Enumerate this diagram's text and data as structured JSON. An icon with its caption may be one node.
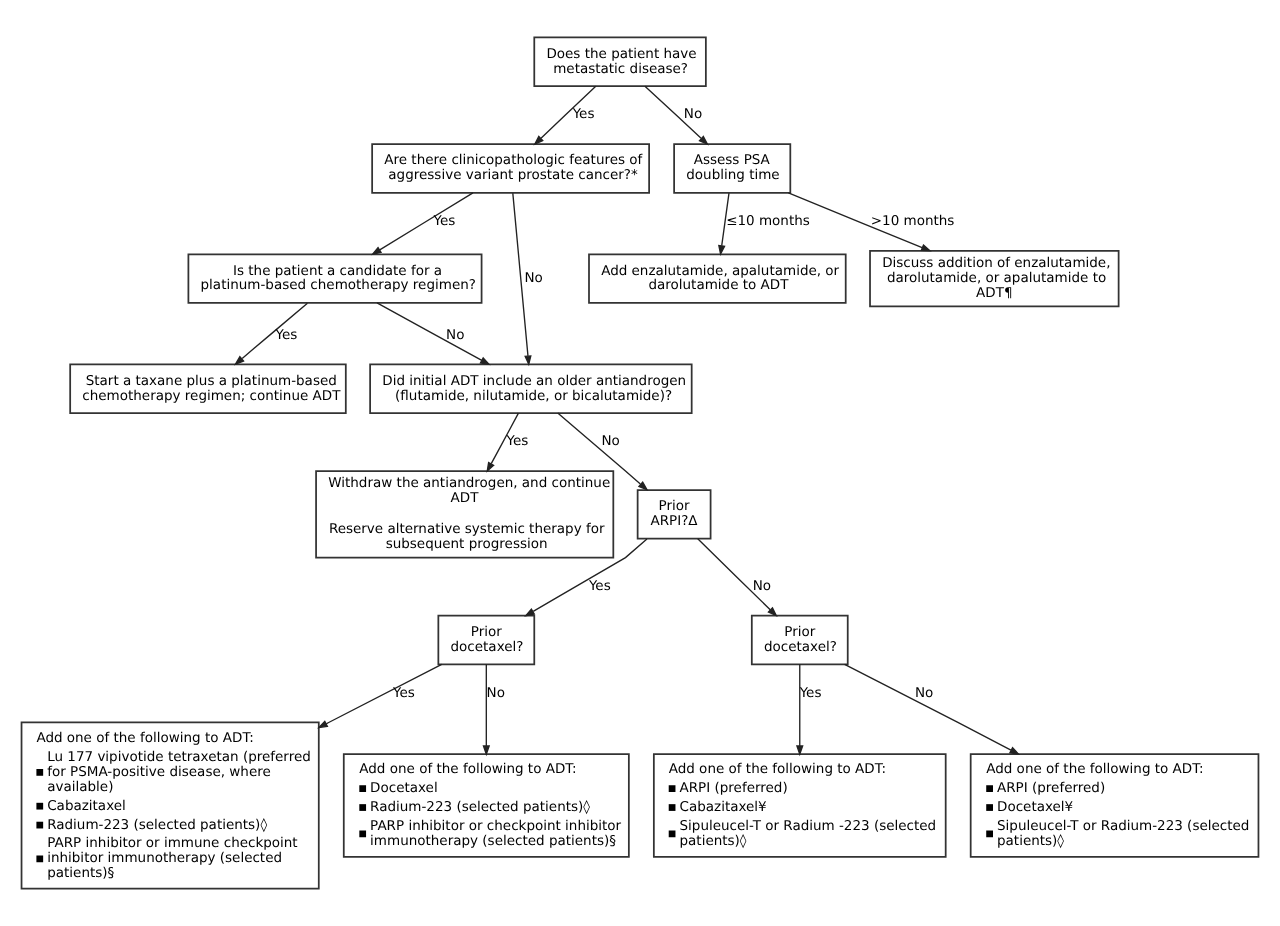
{
  "diagram": {
    "nodes": [
      {
        "text": [
          "Does the patient have metastatic disease?"
        ]
      },
      {
        "text": [
          "Are there clinicopathologic features of aggressive variant prostate cancer?*"
        ]
      },
      {
        "text": [
          "Assess PSA doubling time"
        ]
      },
      {
        "text": [
          "Add enzalutamide, apalutamide, or darolutamide to ADT"
        ]
      },
      {
        "text": [
          "Discuss addition of enzalutamide, darolutamide, or apalutamide to ADT¶"
        ]
      },
      {
        "text": [
          "Is the patient a candidate for a platinum-based chemotherapy regimen?"
        ]
      },
      {
        "text": [
          "Start a taxane plus a platinum-based chemotherapy regimen; continue ADT"
        ]
      },
      {
        "text": [
          "Did initial ADT include an older antiandrogen (flutamide, nilutamide, or bicalutamide)?"
        ]
      },
      {
        "text": [
          "Withdraw the antiandrogen, and continue ADT",
          "Reserve alternative systemic therapy for subsequent progression"
        ]
      },
      {
        "text": [
          "Prior ARPI?Δ"
        ]
      },
      {
        "text": [
          "Prior docetaxel?"
        ]
      },
      {
        "text": [
          "Prior docetaxel?"
        ]
      },
      {
        "text": [
          "Add one of the following to ADT:",
          "Lu 177 vipivotide tetraxetan (preferred for PSMA-positive disease, where available)",
          "Cabazitaxel",
          "Radium-223 (selected patients)◊",
          "PARP inhibitor or immune checkpoint inhibitor immunotherapy (selected patients)§"
        ]
      },
      {
        "text": [
          "Add one of the following to ADT:",
          "Docetaxel",
          "Radium-223 (selected patients)◊",
          "PARP inhibitor or checkpoint inhibitor immunotherapy (selected patients)§"
        ]
      },
      {
        "text": [
          "Add one of the following to ADT:",
          "ARPI (preferred)",
          "Cabazitaxel¥",
          "Sipuleucel-T or Radium -223 (selected patients)◊"
        ]
      },
      {
        "text": [
          "Add one of the following to ADT:",
          "ARPI (preferred)",
          "Docetaxel¥",
          "Sipuleucel-T or Radium-223 (selected patients)◊"
        ]
      }
    ],
    "edges": [
      {
        "from": 0,
        "to": 1,
        "arrow": "to",
        "label": "Yes"
      },
      {
        "from": 0,
        "to": 2,
        "arrow": "to",
        "label": "No"
      },
      {
        "from": 1,
        "to": 5,
        "arrow": "to",
        "label": "Yes"
      },
      {
        "from": 1,
        "to": 7,
        "arrow": "to",
        "label": "No"
      },
      {
        "from": 2,
        "to": 3,
        "arrow": "to",
        "label": "≤10 months"
      },
      {
        "from": 2,
        "to": 4,
        "arrow": "to",
        "label": ">10 months"
      },
      {
        "from": 5,
        "to": 6,
        "arrow": "to",
        "label": "Yes"
      },
      {
        "from": 5,
        "to": 7,
        "arrow": "to",
        "label": "No"
      },
      {
        "from": 7,
        "to": 8,
        "arrow": "to",
        "label": "Yes"
      },
      {
        "from": 7,
        "to": 9,
        "arrow": "to",
        "label": "No"
      },
      {
        "from": 9,
        "to": 10,
        "arrow": "to",
        "label": "Yes"
      },
      {
        "from": 9,
        "to": 11,
        "arrow": "to",
        "label": "No"
      },
      {
        "from": 10,
        "to": 12,
        "arrow": "to",
        "label": "Yes"
      },
      {
        "from": 10,
        "to": 13,
        "arrow": "to",
        "label": "No"
      },
      {
        "from": 11,
        "to": 14,
        "arrow": "to",
        "label": "Yes"
      },
      {
        "from": 11,
        "to": 15,
        "arrow": "to",
        "label": "No"
      }
    ]
  }
}
